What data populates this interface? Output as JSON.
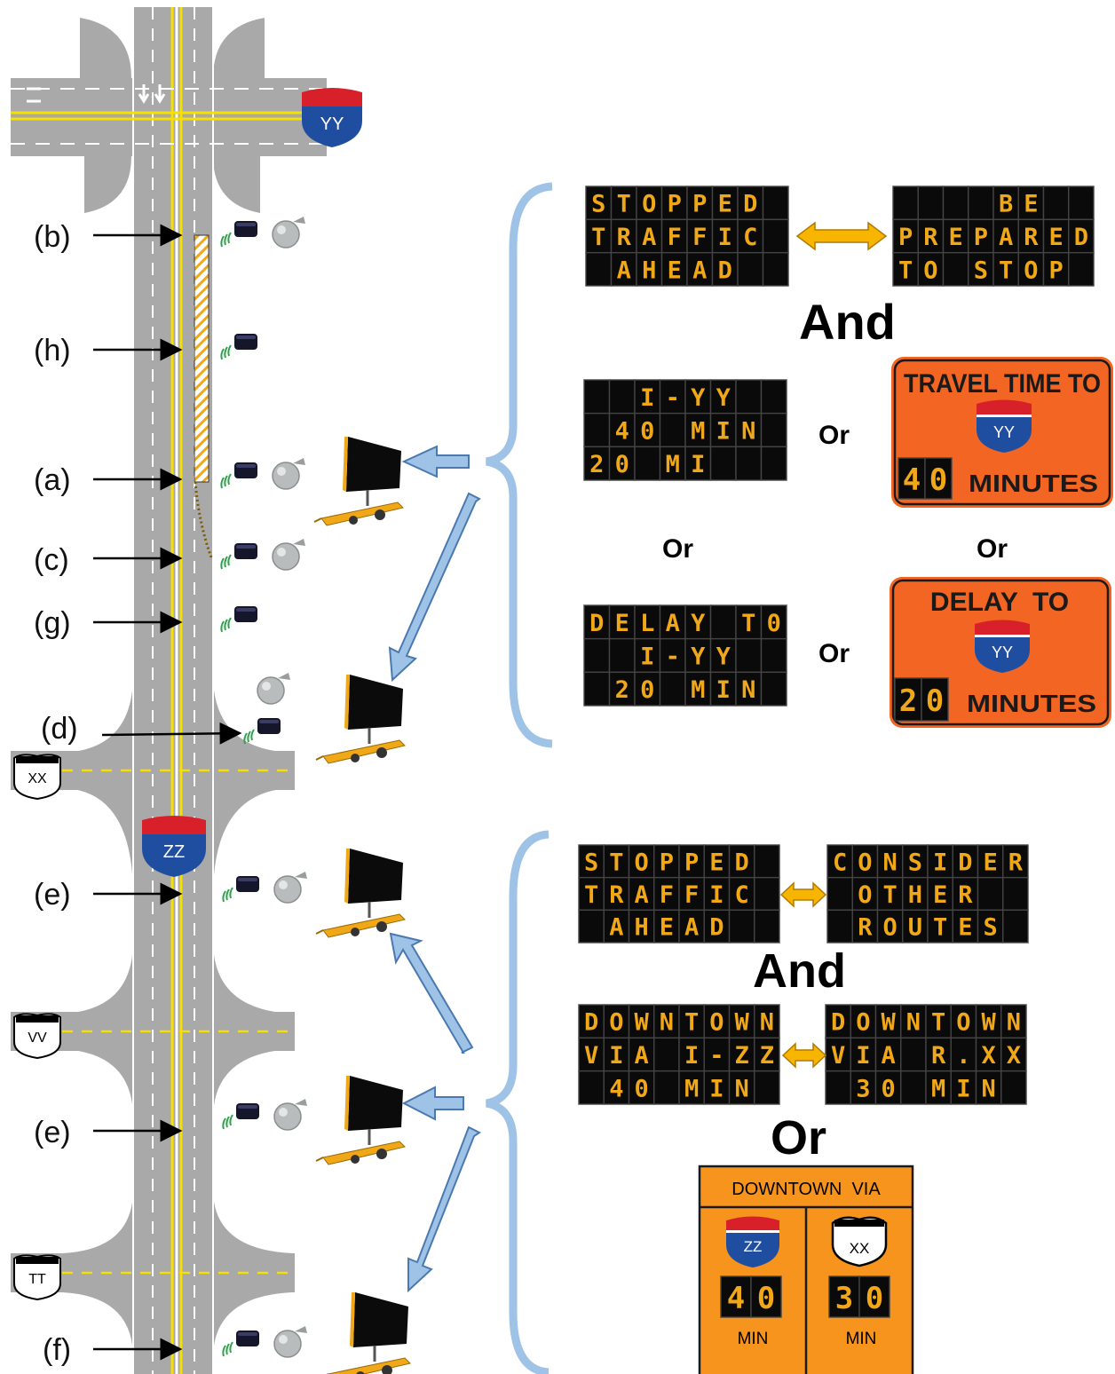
{
  "corridor": {
    "labels": [
      "(b)",
      "(h)",
      "(a)",
      "(c)",
      "(g)",
      "(d)",
      "(e)",
      "(e)",
      "(f)"
    ],
    "shields": {
      "interstate_top": "YY",
      "interstate_mid": "ZZ",
      "us_routes": [
        "XX",
        "VV",
        "TT"
      ]
    }
  },
  "words": {
    "and": "And",
    "or": "Or"
  },
  "upper": {
    "dms_stopped": [
      "STOPPED",
      "TRAFFIC",
      "AHEAD"
    ],
    "dms_prepared": [
      "BE",
      "PREPARED",
      "TO STOP"
    ],
    "dms_travel": [
      "I-YY",
      "40 MIN",
      "20 MI"
    ],
    "dms_delay": [
      "DELAY T0",
      "I-YY",
      "20 MIN"
    ],
    "travel_sign": {
      "title": "TRAVEL TIME TO",
      "shield": "YY",
      "digits": [
        "4",
        "0"
      ],
      "unit": "MINUTES"
    },
    "delay_sign": {
      "title": "DELAY  TO",
      "shield": "YY",
      "digits": [
        "2",
        "0"
      ],
      "unit": "MINUTES"
    }
  },
  "lower": {
    "dms_stopped": [
      "STOPPED",
      "TRAFFIC",
      "AHEAD"
    ],
    "dms_consider": [
      "CONSIDER",
      "OTHER",
      "ROUTES"
    ],
    "dms_downtown_zz": [
      "DOWNTOWN",
      "VIA I-ZZ",
      "40 MIN"
    ],
    "dms_downtown_xx": [
      "DOWNTOWN",
      "VIA R.XX",
      "30 MIN"
    ],
    "downtown_sign": {
      "title": "DOWNTOWN  VIA",
      "left": {
        "shield": "ZZ",
        "digits": [
          "4",
          "0"
        ],
        "unit": "MIN"
      },
      "right": {
        "shield": "XX",
        "digits": [
          "3",
          "0"
        ],
        "unit": "MIN"
      }
    }
  },
  "colors": {
    "road": "#aaaaaa",
    "led": "#f0a818",
    "orange_sign": "#f26522",
    "brace": "#9fc3e6",
    "arrow_fill": "#9fc3e6"
  }
}
